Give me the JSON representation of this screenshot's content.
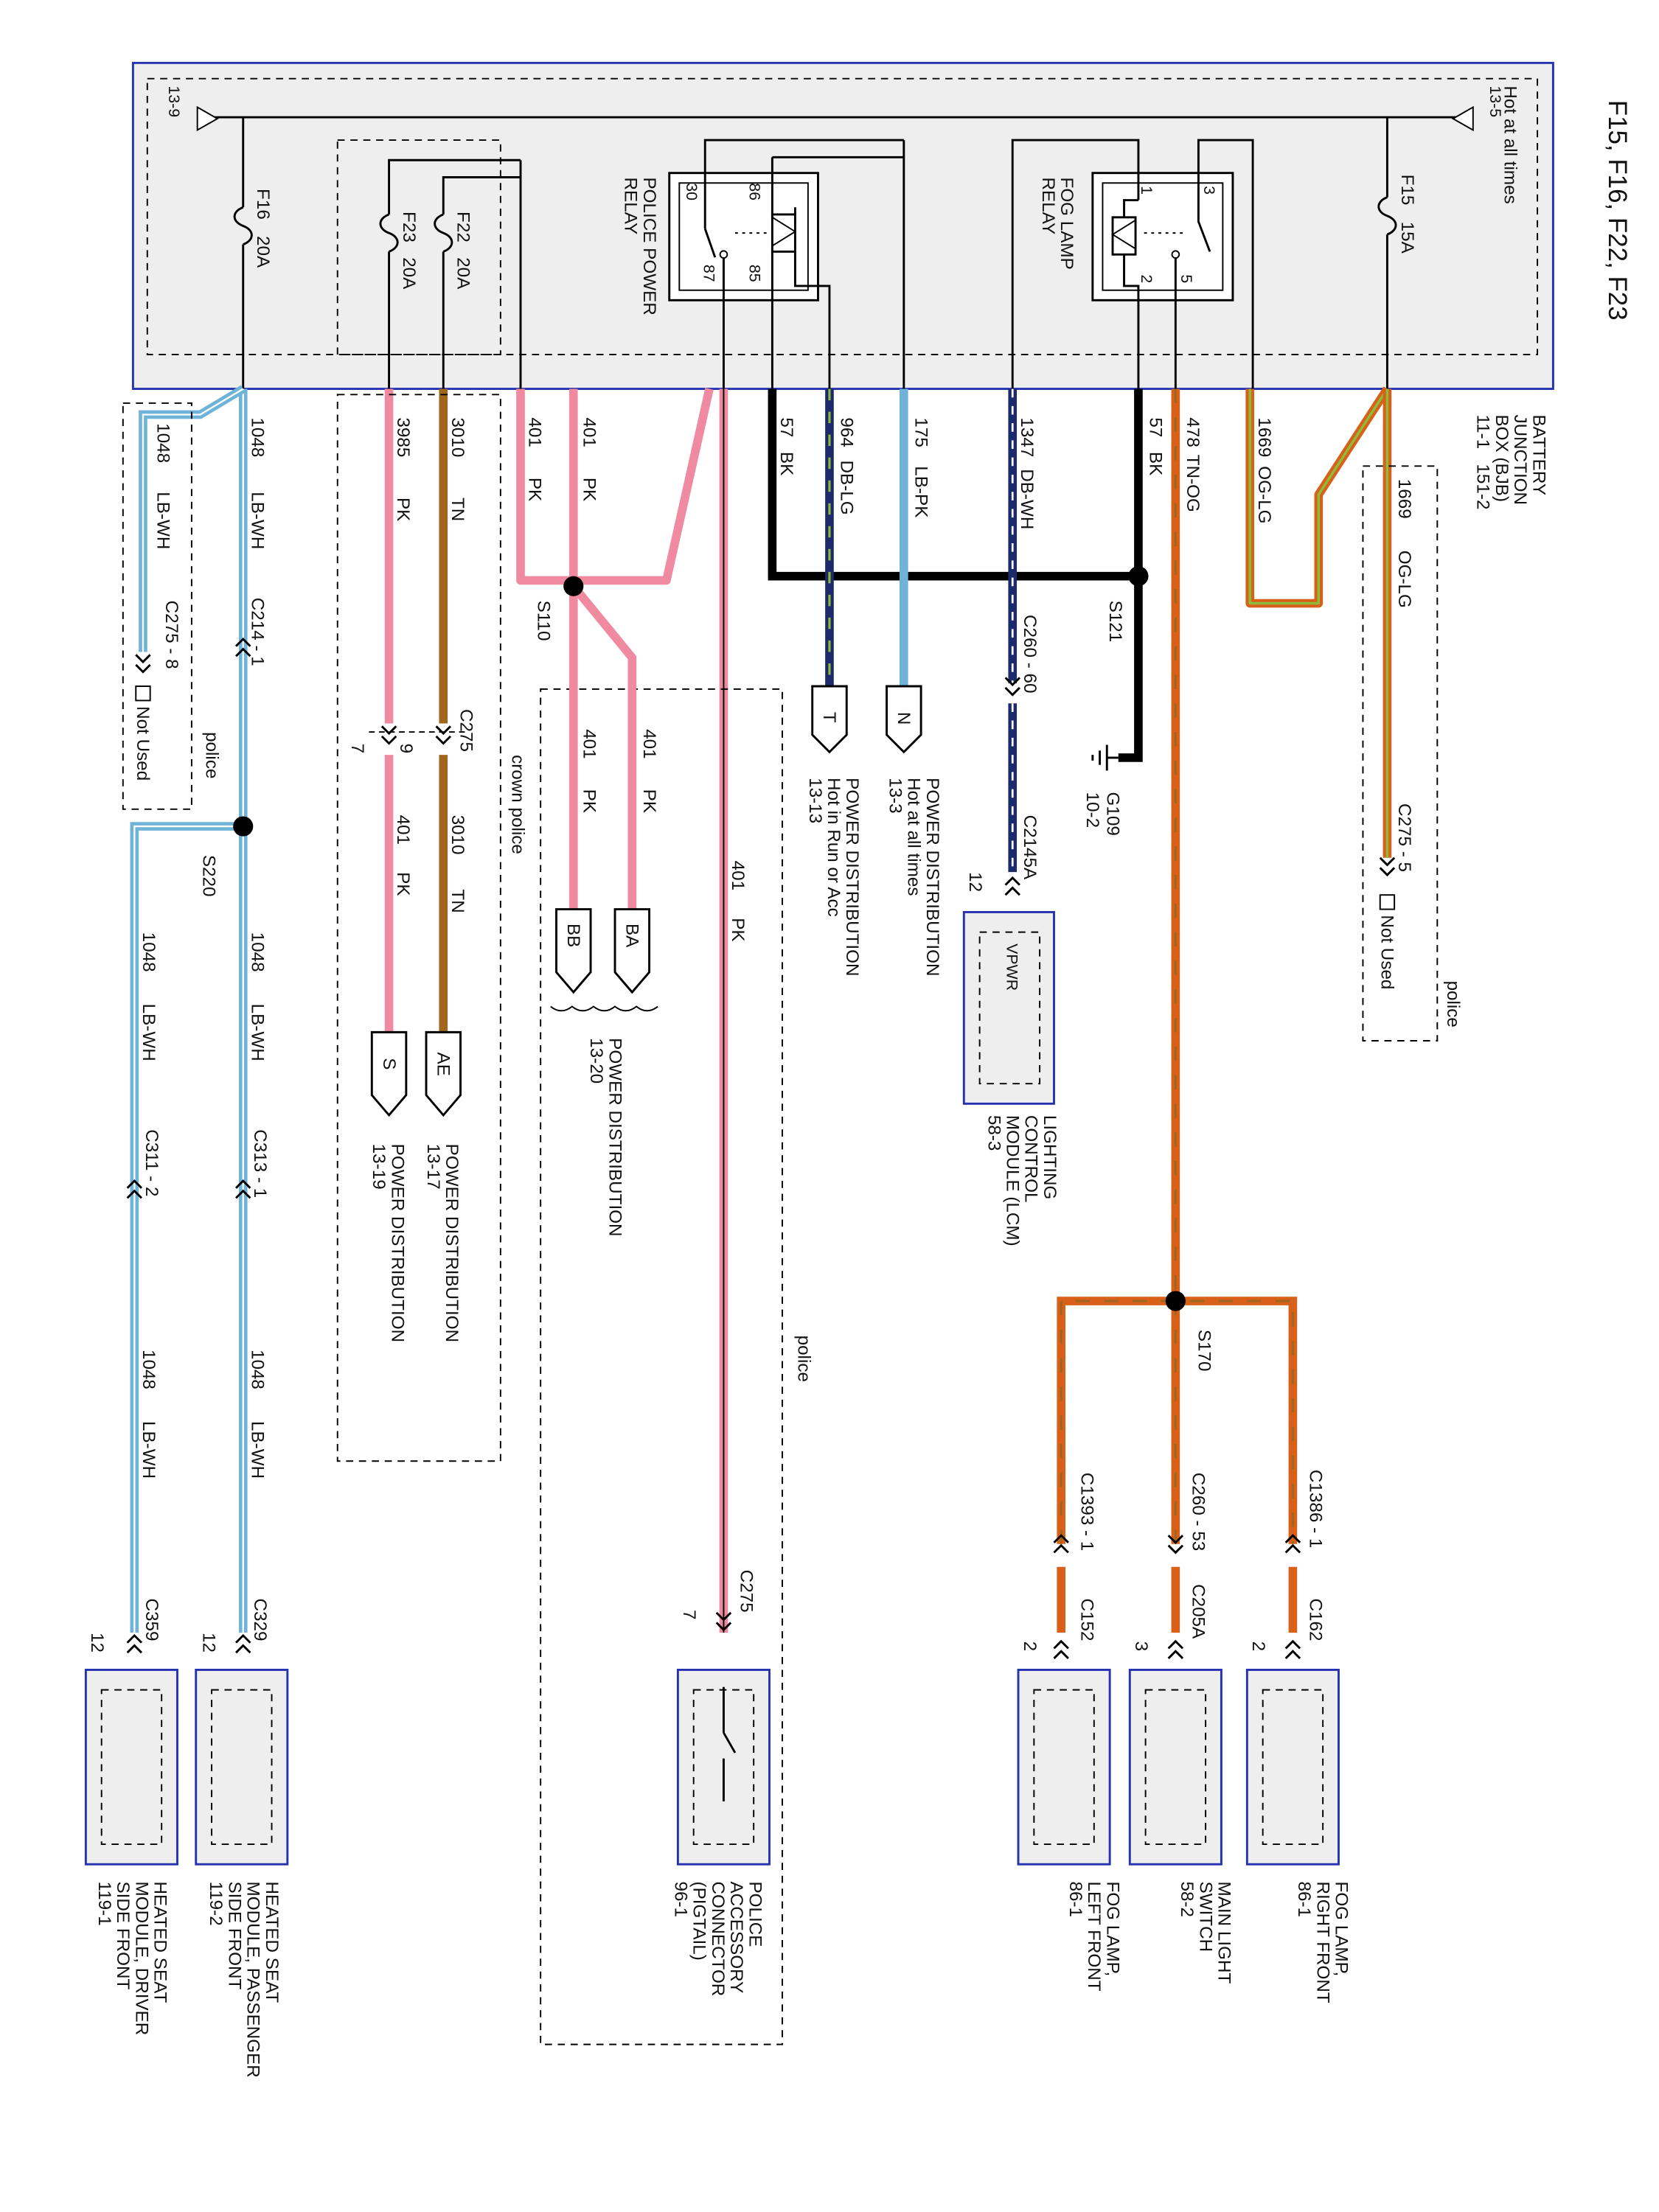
{
  "diagram": {
    "title": "F15, F16, F22, F23",
    "bjb_label": "BATTERY\nJUNCTION\nBOX (BJB)\n11-1   151-2",
    "hot_label": "Hot at all times",
    "pages": {
      "left": "13-9",
      "right": "13-5"
    },
    "fuses": [
      {
        "id": "F15",
        "rating": "15A"
      },
      {
        "id": "F16",
        "rating": "20A"
      },
      {
        "id": "F22",
        "rating": "20A"
      },
      {
        "id": "F23",
        "rating": "20A"
      }
    ],
    "relays": [
      {
        "name": "FOG LAMP\nRELAY",
        "pins": [
          "1",
          "2",
          "3",
          "5"
        ]
      },
      {
        "name": "POLICE POWER\nRELAY",
        "pins": [
          "30",
          "86",
          "87",
          "85"
        ]
      }
    ],
    "wires": [
      {
        "circuit": "1669",
        "color": "OG-LG"
      },
      {
        "circuit": "478",
        "color": "TN-OG"
      },
      {
        "circuit": "57",
        "color": "BK"
      },
      {
        "circuit": "1347",
        "color": "DB-WH"
      },
      {
        "circuit": "175",
        "color": "LB-PK"
      },
      {
        "circuit": "964",
        "color": "DB-LG"
      },
      {
        "circuit": "401",
        "color": "PK"
      },
      {
        "circuit": "3010",
        "color": "TN"
      },
      {
        "circuit": "3985",
        "color": "PK"
      },
      {
        "circuit": "1048",
        "color": "LB-WH"
      }
    ],
    "splices": [
      "S121",
      "S110",
      "S170",
      "S220"
    ],
    "connectors": [
      "C275 - 5",
      "C260 - 60",
      "C2145A",
      "C275 - 8",
      "C214 - 1",
      "C275",
      "C313 - 1",
      "C311 - 2",
      "C329",
      "C359",
      "C1386 - 1",
      "C162",
      "C260 - 53",
      "C205A",
      "C1393 - 1",
      "C152"
    ],
    "pins": [
      "12",
      "9",
      "7",
      "2",
      "3"
    ],
    "ground": {
      "id": "G109",
      "page": "10-2"
    },
    "not_used": "Not Used",
    "options": {
      "police": "police",
      "crown_police": "crown police"
    },
    "power_dist": {
      "n": {
        "tag": "N",
        "text": "POWER DISTRIBUTION\nHot at all times\n13-3"
      },
      "t": {
        "tag": "T",
        "text": "POWER DISTRIBUTION\nHot in Run or Acc\n13-13"
      },
      "ba": "BA",
      "bb": "BB",
      "babb": "POWER DISTRIBUTION\n13-20",
      "ae": {
        "tag": "AE",
        "text": "POWER DISTRIBUTION\n13-17"
      },
      "s": {
        "tag": "S",
        "text": "POWER DISTRIBUTION\n13-19"
      }
    },
    "lcm": {
      "tag": "VPWR",
      "text": "LIGHTING\nCONTROL\nMODULE (LCM)\n58-3"
    },
    "components": [
      {
        "id": "fog-rf",
        "text": "FOG LAMP,\nRIGHT FRONT\n86-1"
      },
      {
        "id": "main-light",
        "text": "MAIN LIGHT\nSWITCH\n58-2"
      },
      {
        "id": "fog-lf",
        "text": "FOG LAMP,\nLEFT FRONT\n86-1"
      },
      {
        "id": "police-acc",
        "text": "POLICE\nACCESSORY\nCONNECTOR\n(PIGTAIL)\n96-1"
      },
      {
        "id": "seat-pass",
        "text": "HEATED SEAT\nMODULE, PASSENGER\nSIDE FRONT\n119-2"
      },
      {
        "id": "seat-drv",
        "text": "HEATED SEAT\nMODULE, DRIVER\nSIDE FRONT\n119-1"
      }
    ],
    "colors": {
      "OG": "#d86018",
      "TN": "#a0661e",
      "LG": "#8dbb3a",
      "BK": "#000000",
      "PK": "#f08aa0",
      "LB": "#6fb3d8",
      "DB": "#1b2a6b",
      "WH": "#ffffff",
      "frame": "#2633b0",
      "box": "#eeeeee"
    }
  }
}
